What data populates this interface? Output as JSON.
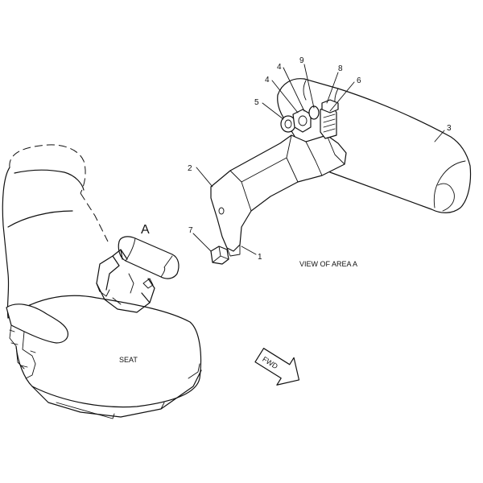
{
  "callouts": [
    "1",
    "2",
    "3",
    "4",
    "4",
    "5",
    "6",
    "7",
    "8",
    "9"
  ],
  "area_marker": "A",
  "view_caption": "VIEW OF AREA A",
  "seat_label": "SEAT",
  "fwd_label": "FWD"
}
